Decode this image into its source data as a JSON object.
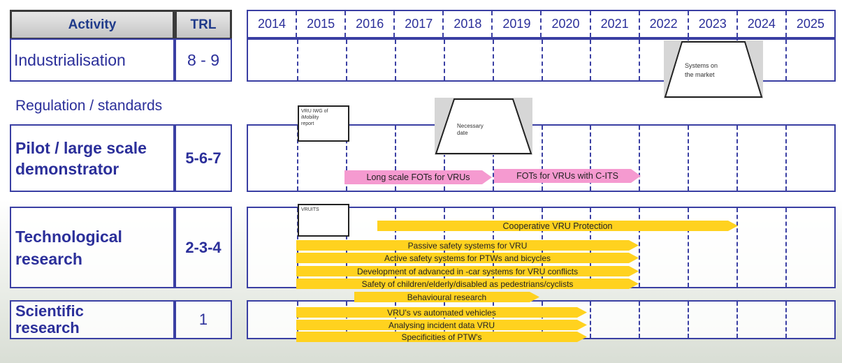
{
  "header": {
    "activity": "Activity",
    "trl": "TRL"
  },
  "years": [
    "2014",
    "2015",
    "2016",
    "2017",
    "2018",
    "2019",
    "2020",
    "2021",
    "2022",
    "2023",
    "2024",
    "2025"
  ],
  "rows": {
    "industrialisation": {
      "label": "Industrialisation",
      "trl": "8 - 9"
    },
    "regulation": {
      "label": "Regulation / standards"
    },
    "pilot": {
      "label_line1": "Pilot / large scale",
      "label_line2": "demonstrator",
      "trl": "5-6-7"
    },
    "tech": {
      "label_line1": "Technological",
      "label_line2": "research",
      "trl": "2-3-4"
    },
    "science": {
      "label_line1": "Scientific",
      "label_line2": "research",
      "trl": "1"
    }
  },
  "milestones": {
    "systems_market_l1": "Systems on",
    "systems_market_l2": "the market",
    "necessary_l1": "Necessary",
    "necessary_l2": "date",
    "vru_iwg_l1": "VRU IWG of",
    "vru_iwg_l2": "iMobility",
    "vru_iwg_l3": "report",
    "vruits": "VRUITS"
  },
  "bars": {
    "large_fots": "Long scale FOTs for VRUs",
    "fots_cits": "FOTs for VRUs with C-ITS",
    "cooperative": "Cooperative VRU Protection",
    "passive": "Passive safety systems for VRU",
    "active": "Active safety systems for PTWs and bicycles",
    "incar": "Development of advanced in -car systems for VRU conflicts",
    "children": "Safety of children/elderly/disabled as pedestrians/cyclists",
    "behavioural": "Behavioural research",
    "automated": "VRU's vs automated vehicles",
    "incident": "Analysing incident data VRU",
    "ptw": "Specificities of PTW's"
  },
  "colors": {
    "blue": "#2b2f9a",
    "yellow": "#ffd21f",
    "pink": "#f59ad0"
  }
}
